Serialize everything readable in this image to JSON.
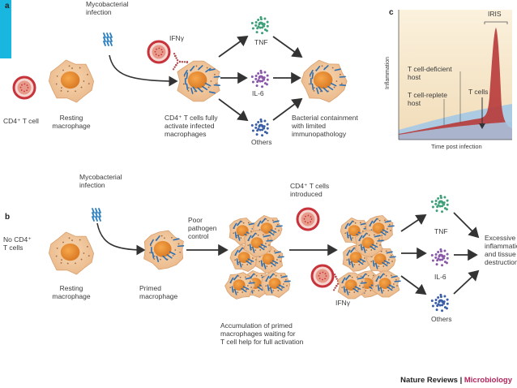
{
  "panels": {
    "a": "a",
    "b": "b",
    "c": "c"
  },
  "panel_a": {
    "mycobacterial_infection": "Mycobacterial\ninfection",
    "cd4_t_cell": "CD4⁺ T cell",
    "resting_macrophage": "Resting\nmacrophage",
    "ifn_gamma": "IFNγ",
    "cd4_fully_activate": "CD4⁺ T cells fully\nactivate infected\nmacrophages",
    "tnf": "TNF",
    "il6": "IL-6",
    "others": "Others",
    "bacterial_containment": "Bacterial containment\nwith limited\nimmunopathology"
  },
  "panel_b": {
    "mycobacterial_infection": "Mycobacterial\ninfection",
    "no_cd4": "No CD4⁺\nT cells",
    "resting_macrophage": "Resting\nmacrophage",
    "primed_macrophage": "Primed\nmacrophage",
    "poor_pathogen_control": "Poor\npathogen\ncontrol",
    "accumulation": "Accumulation of primed\nmacrophages waiting for\nT cell help for full activation",
    "cd4_introduced": "CD4⁺ T cells\nintroduced",
    "ifn_gamma": "IFNγ",
    "tnf": "TNF",
    "il6": "IL-6",
    "others": "Others",
    "excessive": "Excessive\ninflammation\nand tissue\ndestruction"
  },
  "panel_c": {
    "iris": "IRIS",
    "y_axis": "Inflammation",
    "x_axis": "Time post infection",
    "t_cell_deficient": "T cell-deficient\nhost",
    "t_cell_replete": "T cell-replete\nhost",
    "t_cells": "T cells"
  },
  "footer": {
    "journal": "Nature Reviews",
    "separator": " | ",
    "section": "Microbiology"
  },
  "colors": {
    "macrophage": "#f3c79a",
    "nucleus": "#e8892e",
    "tcell": "#c8323a",
    "bacteria": "#2d6fb0",
    "curve_deficient": "#b83a3a",
    "curve_replete": "#a8c8e4",
    "chart_bg": "#f4e4c8",
    "arrow": "#333333",
    "journal_accent": "#b3245a"
  }
}
